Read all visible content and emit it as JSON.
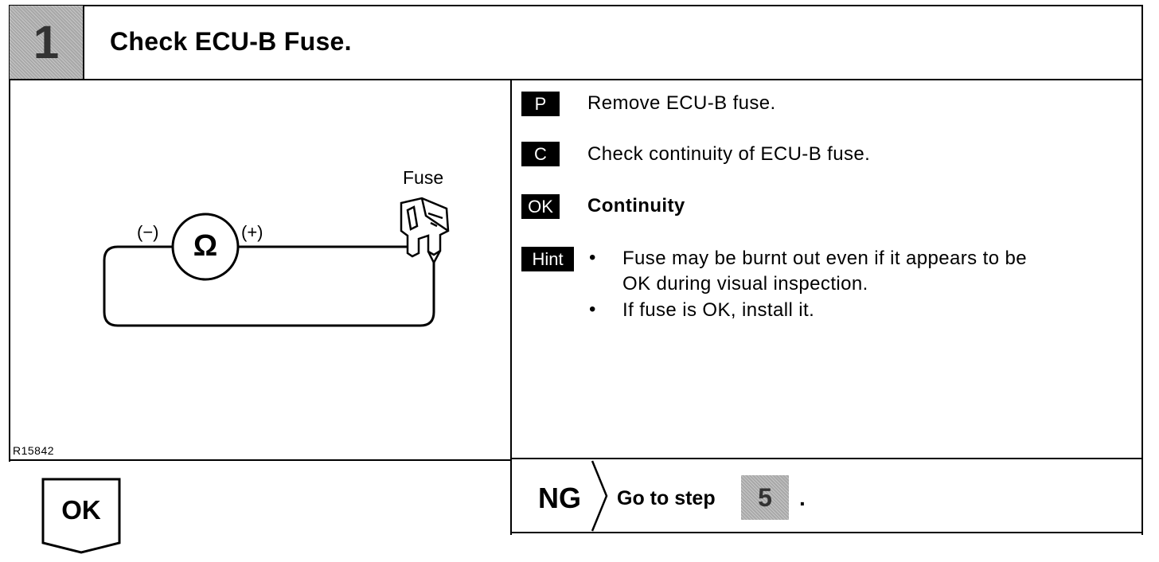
{
  "header": {
    "step_number": "1",
    "title": "Check ECU-B Fuse."
  },
  "diagram": {
    "fuse_label": "Fuse",
    "minus_label": "(−)",
    "plus_label": "(+)",
    "ohm_symbol": "Ω",
    "figure_id": "R15842"
  },
  "procedure": [
    {
      "tag": "P",
      "text": "Remove ECU-B fuse."
    },
    {
      "tag": "C",
      "text": "Check continuity of ECU-B fuse."
    },
    {
      "tag": "OK",
      "text": "Continuity"
    }
  ],
  "hint": {
    "tag": "Hint",
    "bullet": "•",
    "item1_line1": "Fuse may be burnt out even if it appears to be",
    "item1_line2": "OK during visual inspection.",
    "item2": "If fuse is OK, install it."
  },
  "result": {
    "ok_label": "OK",
    "ng_label": "NG",
    "ng_text": "Go to step",
    "ng_step": "5",
    "ng_period": "."
  }
}
